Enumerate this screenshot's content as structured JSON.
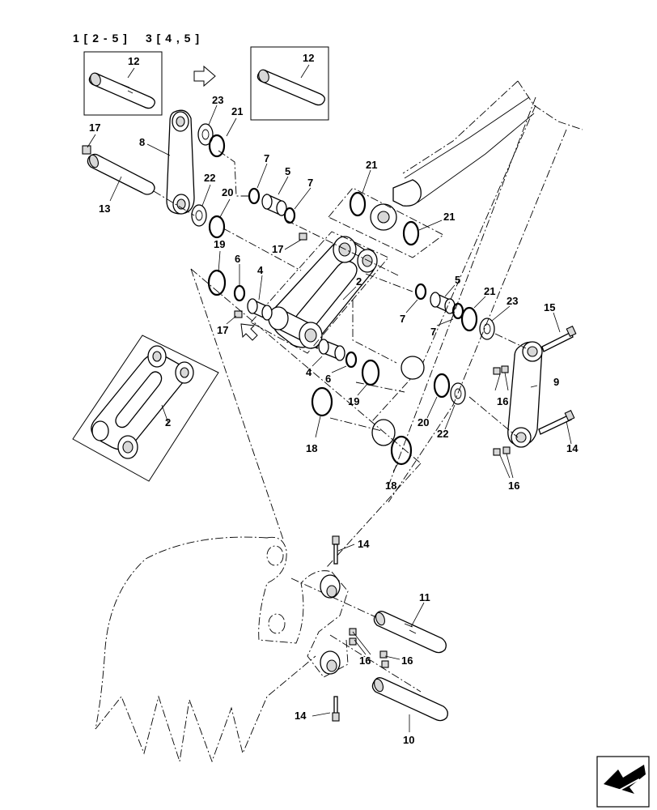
{
  "header": {
    "ref_1": "1 [ 2 - 5 ]",
    "ref_3": "3 [ 4 , 5 ]"
  },
  "callouts": {
    "c12a": "12",
    "c12b": "12",
    "c23a": "23",
    "c21a": "21",
    "c17a": "17",
    "c8": "8",
    "c13": "13",
    "c22a": "22",
    "c20a": "20",
    "c7a": "7",
    "c5a": "5",
    "c7b": "7",
    "c21b": "21",
    "c21c": "21",
    "c17b": "17",
    "c19a": "19",
    "c6a": "6",
    "c4a": "4",
    "c2a": "2",
    "c5b": "5",
    "c21d": "21",
    "c23b": "23",
    "c15": "15",
    "c17c": "17",
    "c7c": "7",
    "c7d": "7",
    "c4b": "4",
    "c6b": "6",
    "c19b": "19",
    "c9": "9",
    "c16a": "16",
    "c20b": "20",
    "c22b": "22",
    "c18a": "18",
    "c18b": "18",
    "c14a": "14",
    "c16b": "16",
    "c2b": "2",
    "c14b": "14",
    "c11": "11",
    "c16c": "16",
    "c16d": "16",
    "c14c": "14",
    "c10": "10"
  },
  "icons": [
    "direction-arrow-icon",
    "nav-arrow-icon"
  ]
}
